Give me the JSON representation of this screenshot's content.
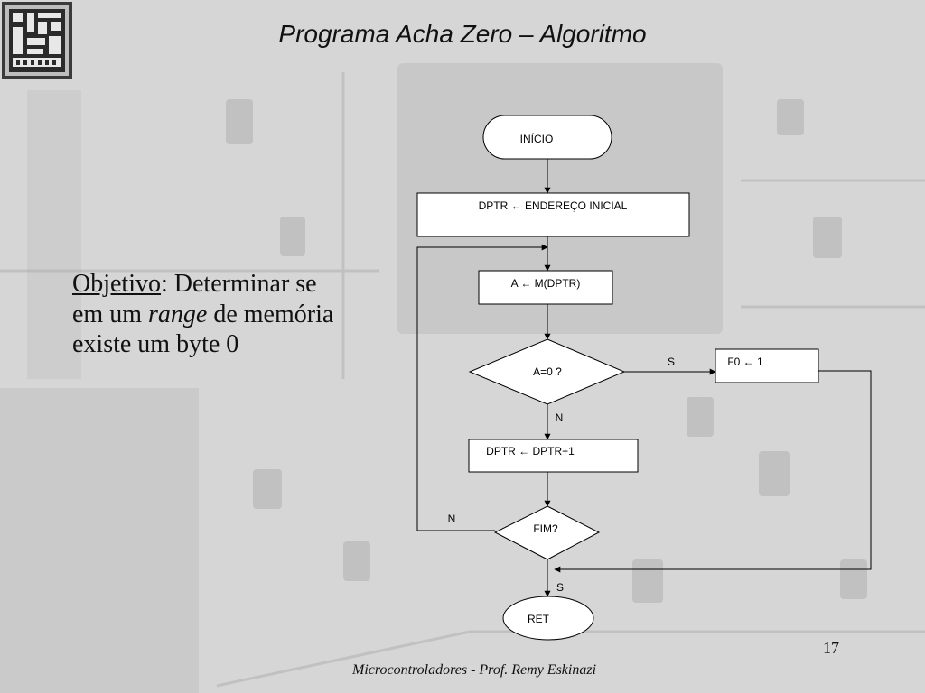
{
  "slide": {
    "title": "Programa Acha Zero – Algoritmo",
    "objective_label": "Objetivo",
    "objective_text_1": ": Determinar se em um ",
    "objective_italic": "range",
    "objective_text_2": " de memória existe um byte 0",
    "page_number": "17",
    "footer": "Microcontroladores - Prof. Remy Eskinazi"
  },
  "flowchart": {
    "nodes": {
      "start": "INÍCIO",
      "init_ptr": "DPTR ← ENDEREÇO INICIAL",
      "read_mem": "A ← M(DPTR)",
      "test_zero": "A=0 ?",
      "set_flag": "F0  ← 1",
      "inc_ptr": "DPTR ← DPTR+1",
      "test_end": "FIM?",
      "ret": "RET"
    },
    "edge_labels": {
      "zero_yes": "S",
      "zero_no": "N",
      "end_no": "N",
      "end_yes": "S"
    }
  },
  "colors": {
    "background": "#d9d9d9",
    "box_fill": "#ffffff",
    "stroke": "#000000"
  }
}
